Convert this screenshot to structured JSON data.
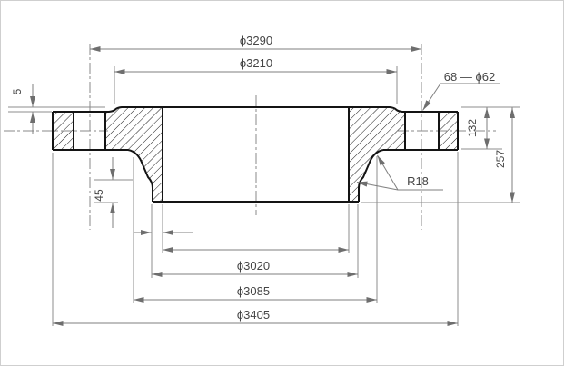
{
  "drawing": {
    "title": "flange-cross-section",
    "colors": {
      "part_line": "#141414",
      "dimension_line": "#7f7f7f",
      "dimension_text": "#454545",
      "background": "#ffffff"
    },
    "dims": {
      "bolt_circle_dia": "ϕ3290",
      "raised_face_dia": "ϕ3210",
      "bolt_holes": "68 — ϕ62",
      "step_height": "5",
      "flange_thickness": "132",
      "total_height": "257",
      "hub_straight_height": "45",
      "fillet_radius": "R18",
      "bore_dia": "ϕ3020",
      "hub_base_dia": "ϕ3085",
      "outer_dia": "ϕ3405"
    }
  }
}
